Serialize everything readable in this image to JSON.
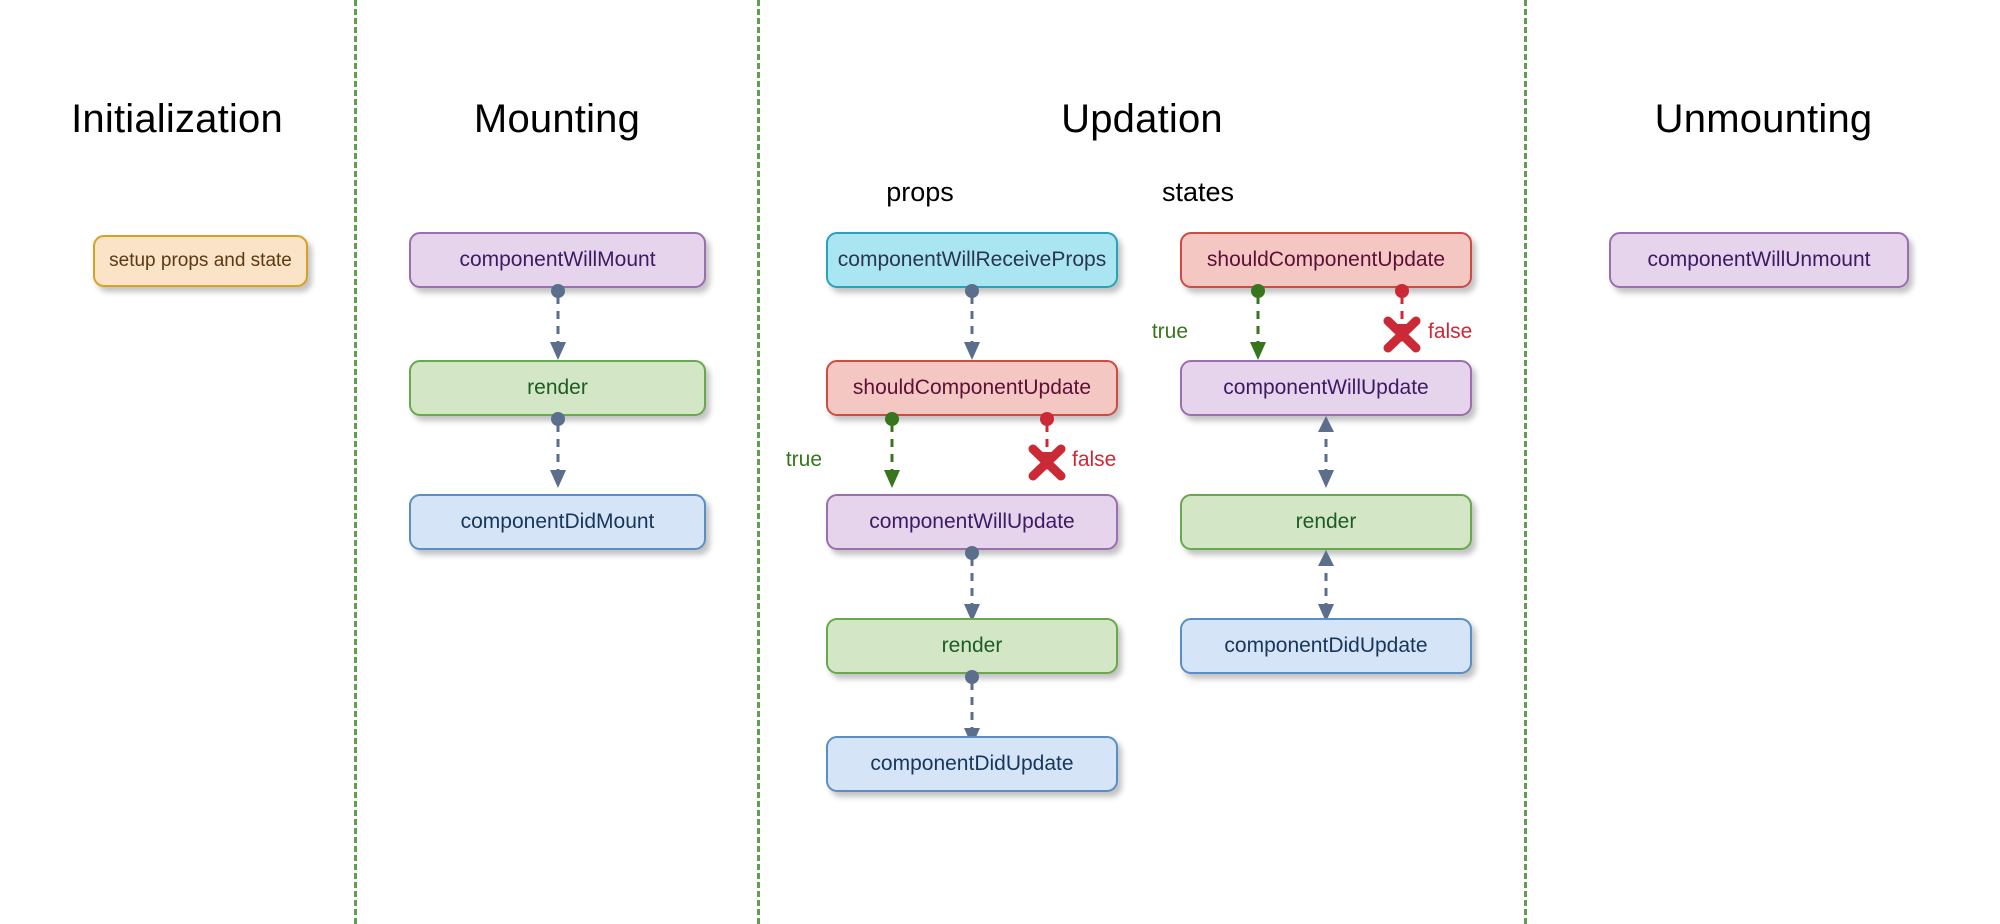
{
  "sections": [
    {
      "id": "initialization",
      "title": "Initialization"
    },
    {
      "id": "mounting",
      "title": "Mounting"
    },
    {
      "id": "updation",
      "title": "Updation"
    },
    {
      "id": "unmounting",
      "title": "Unmounting"
    }
  ],
  "subsections": [
    {
      "id": "props",
      "title": "props"
    },
    {
      "id": "states",
      "title": "states"
    }
  ],
  "nodes": {
    "setup_props_and_state": "setup props and state",
    "component_will_mount": "componentWillMount",
    "render_mounting": "render",
    "component_did_mount": "componentDidMount",
    "props_will_receive_props": "componentWillReceiveProps",
    "props_should_component_update": "shouldComponentUpdate",
    "props_will_update": "componentWillUpdate",
    "props_render": "render",
    "props_did_update": "componentDidUpdate",
    "states_should_component_update": "shouldComponentUpdate",
    "states_will_update": "componentWillUpdate",
    "states_render": "render",
    "states_did_update": "componentDidUpdate",
    "component_will_unmount": "componentWillUnmount"
  },
  "branch_labels": {
    "props_true": "true",
    "props_false": "false",
    "states_true": "true",
    "states_false": "false"
  },
  "colors": {
    "divider": "#5f9e4e",
    "orange_fill": "#fbe3c7",
    "orange_border": "#d9a021",
    "orange_text": "#5c3a10",
    "purple_fill": "#e5d4ec",
    "purple_border": "#9a6fae",
    "purple_text": "#3d1a63",
    "green_fill": "#d3e7c6",
    "green_border": "#6aa84f",
    "green_text": "#1d5c26",
    "blue_fill": "#d6e4f7",
    "blue_border": "#5b8ec4",
    "blue_text": "#16365c",
    "cyan_fill": "#aae6f2",
    "cyan_border": "#2aa2b5",
    "cyan_text": "#2a3550",
    "red_fill": "#f4c7c3",
    "red_border": "#cc4c44",
    "red_text": "#5c1038",
    "arrow": "#5b6e8c",
    "true_branch": "#38761d",
    "false_branch": "#cc2936"
  }
}
